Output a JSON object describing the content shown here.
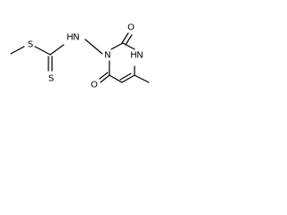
{
  "molecule": {
    "atoms": {
      "s_methyl": "S",
      "s_thione": "S",
      "n_amino": "N",
      "h_amino": "H",
      "n_ring": "N",
      "o_top": "O",
      "n_ring_h": "N",
      "h_ring": "H",
      "o_bottom": "O"
    },
    "colors": {
      "bond": "#000000",
      "label": "#000000",
      "background": "#ffffff"
    }
  }
}
